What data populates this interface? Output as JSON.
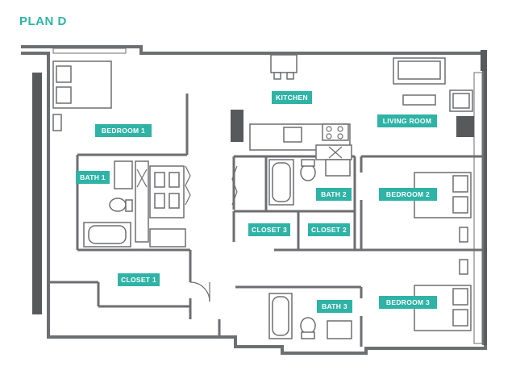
{
  "title": "PLAN D",
  "rooms": {
    "kitchen": "KITCHEN",
    "living_room": "LIVING ROOM",
    "bedroom1": "BEDROOM 1",
    "bath1": "BATH 1",
    "bath2": "BATH 2",
    "bedroom2": "BEDROOM 2",
    "closet3": "CLOSET 3",
    "closet2": "CLOSET 2",
    "closet1": "CLOSET 1",
    "bath3": "BATH 3",
    "bedroom3": "BEDROOM 3"
  },
  "colors": {
    "accent": "#2fb3a6",
    "walls": "#6d6e71"
  }
}
